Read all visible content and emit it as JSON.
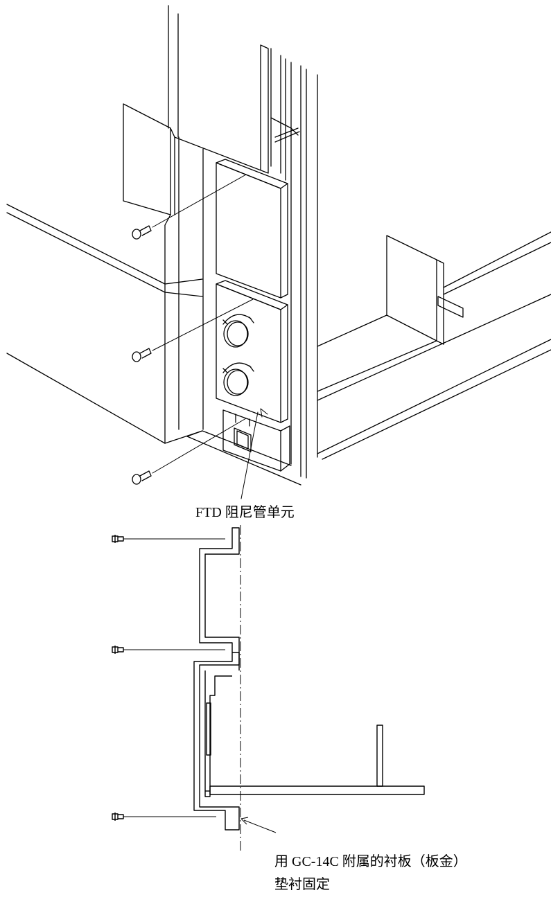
{
  "labels": {
    "ftd_unit": "FTD 阻尼管单元",
    "fixing_note_line1": "用 GC-14C 附属的衬板（板金）",
    "fixing_note_line2": "垫衬固定"
  },
  "colors": {
    "line": "#000000",
    "background": "#ffffff"
  }
}
